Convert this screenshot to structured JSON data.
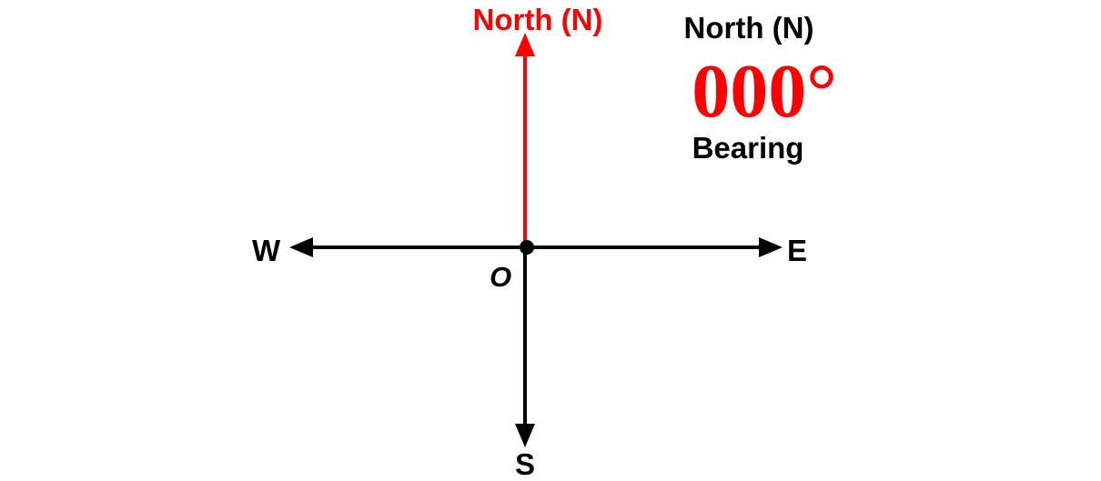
{
  "colors": {
    "north": "#ff0000",
    "axis": "#000000",
    "bearing_value": "#ff0000",
    "text": "#000000"
  },
  "axis_labels": {
    "north_arrow": "North (N)",
    "east": "E",
    "west": "W",
    "south": "S",
    "origin": "O"
  },
  "info": {
    "direction": "North (N)",
    "bearing_value": "000°",
    "bearing_label": "Bearing"
  }
}
